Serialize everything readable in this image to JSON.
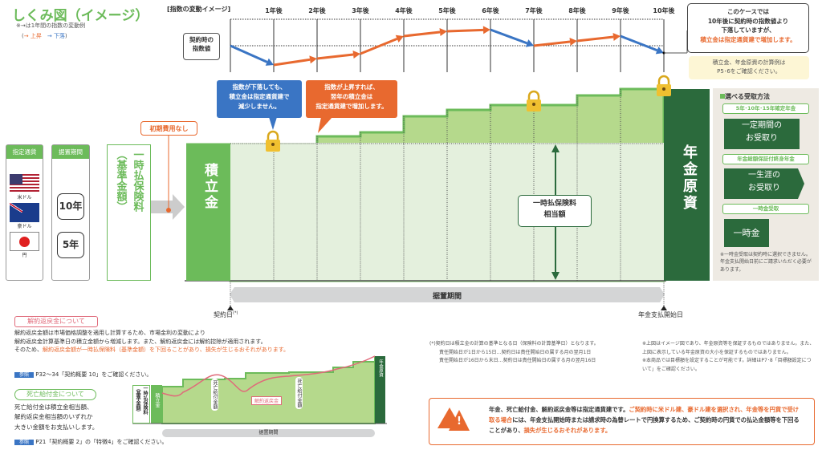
{
  "title": "しくみ図（イメージ）",
  "legend": {
    "note": "※→は1年間の指数の変動例",
    "up": "→ 上昇",
    "down": "→ 下落"
  },
  "index": {
    "heading": "[指数の変動イメージ]",
    "years": [
      "1年後",
      "2年後",
      "3年後",
      "4年後",
      "5年後",
      "6年後",
      "7年後",
      "8年後",
      "9年後",
      "10年後"
    ],
    "start_label_1": "契約時の",
    "start_label_2": "指数値",
    "values": [
      0,
      -24,
      -16,
      -10,
      12,
      18,
      20,
      0,
      6,
      12,
      -9
    ]
  },
  "callout_right": {
    "l1": "このケースでは",
    "l2": "10年後に契約時の指数値より",
    "l3": "下落していますが、",
    "l4": "積立金は指定通貨建で増加します。"
  },
  "note_yellow": {
    "l1": "積立金、年金原資の計算例は",
    "l2": "P5･6をご確認ください。"
  },
  "bubble_down": {
    "l1": "指数が下落しても、",
    "l2": "積立金は指定通貨建で",
    "l3": "減少しません。"
  },
  "bubble_up": {
    "l1": "指数が上昇すれば、",
    "l2": "翌年の積立金は",
    "l3": "指定通貨建で増加します。"
  },
  "no_initial_fee": "初期費用なし",
  "currency": {
    "header": "指定通貨",
    "usd": "米ドル",
    "aud": "豪ドル",
    "jpy": "円"
  },
  "deferral": {
    "header": "据置期間",
    "opt1": "10年",
    "opt2": "5年"
  },
  "premium": {
    "main": "一時払保険料",
    "sub": "（基準金額）"
  },
  "accumulation": "積立金",
  "premium_equiv": {
    "l1": "一時払保険料",
    "l2": "相当額"
  },
  "annuity_fund": "年金原資",
  "deferral_period": "据置期間",
  "contract_date": "契約日",
  "contract_date_mark": "(*)",
  "payment_start": "年金支払開始日",
  "colors": {
    "green": "#6cbb5a",
    "light_green": "#b5d98c",
    "pale_green": "#e4f0dd",
    "dark_green": "#2b6a3c",
    "orange": "#e8692f",
    "blue": "#3a75c4"
  },
  "receipt": {
    "header": "選べる受取方法",
    "tag1": "5年･10年･15年確定年金",
    "btn1_l1": "一定期間の",
    "btn1_l2": "お受取り",
    "tag2": "年金総額保証付終身年金",
    "btn2_l1": "一生涯の",
    "btn2_l2": "お受取り",
    "tag3": "一時金受取",
    "btn3": "一時金",
    "note": "※一時金受取は契約時に選択できません。年金支払開始日前にご請求いただく必要があります。"
  },
  "surrender": {
    "title": "解約返戻金について",
    "p1": "解約返戻金額は市場価格調整を適用し計算するため、市場金利の変動により",
    "p2": "解約返戻金計算基準日の積立金額から増減します。また、解約返戻金には解約控除が適用されます。",
    "p3a": "そのため、",
    "p3b": "解約返戻金額が一時払保険料（基準金額）を下回ることがあり、損失が生じるおそれがあります。",
    "ref_badge": "参照",
    "ref": "P32～34「契約概要 10」をご確認ください。"
  },
  "death": {
    "title": "死亡給付金について",
    "l1": "死亡給付金は積立金相当額、",
    "l2": "解約返戻金相当額のいずれか",
    "l3": "大きい金額をお支払いします。",
    "ref_badge": "参照",
    "ref": "P21「契約概要 2」の「特徴4」をご確認ください。"
  },
  "mini": {
    "premium": "一時払保険料",
    "premium_sub": "（基準金額）",
    "accum": "積立金",
    "death1": "死亡給付金額",
    "surrender": "解約返戻金",
    "death2": "死亡給付金額",
    "fund": "年金原資",
    "period": "据置期間"
  },
  "footnote": {
    "l1": "(*)契約日は積立金の計算の基準となる日（保険料の計算基準日）となります。",
    "l2": "責任開始日が1日から15日…契約日は責任開始日の属する月の翌月1日",
    "l3": "責任開始日が16日から末日…契約日は責任開始日の属する月の翌月16日"
  },
  "notes_right": {
    "n1": "※上図はイメージ図であり、年金原資等を保証するものではありません。また、上図に表示している年金原資の大小を保証するものではありません。",
    "n2": "※本商品では目標額を設定することが可能です。詳細はP7･8「目標額設定について」をご確認ください。"
  },
  "warning": {
    "a": "年金、死亡給付金、解約返戻金等は指定通貨建です。",
    "b": "ご契約時に米ドル建、豪ドル建を選択され、年金等を円貨で受け取る場合",
    "c": "には、年金支払開始時または請求時の為替レートで円換算するため、ご契約時の円貨での払込金額等を下回ることがあり、",
    "d": "損失が生じるおそれがあります。"
  }
}
